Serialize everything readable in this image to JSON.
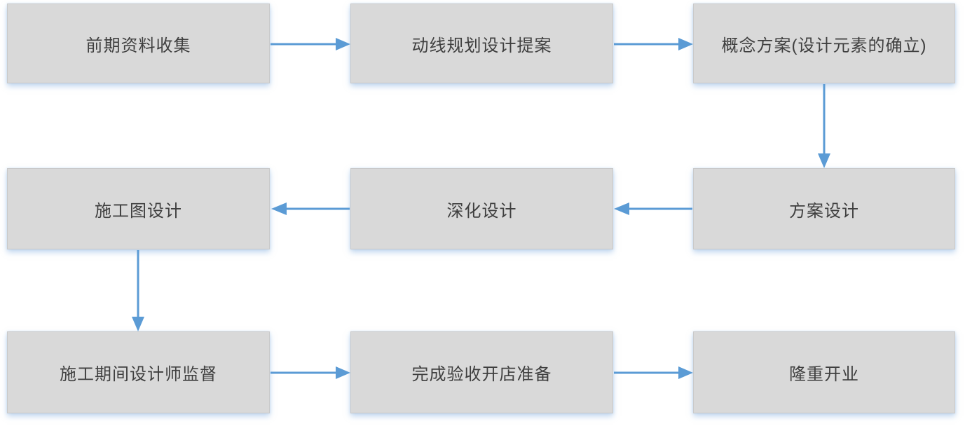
{
  "diagram": {
    "type": "flowchart",
    "accent_color": "#5B9BD5",
    "node_fill_color": "#D9D9D9",
    "node_text_color": "#3F3F3F",
    "nodes": [
      {
        "id": "collect",
        "label": "前期资料收集"
      },
      {
        "id": "circulation",
        "label": "动线规划设计提案"
      },
      {
        "id": "concept",
        "label": "概念方案(设计元素的确立)"
      },
      {
        "id": "scheme",
        "label": "方案设计"
      },
      {
        "id": "deepen",
        "label": "深化设计"
      },
      {
        "id": "drawing",
        "label": "施工图设计"
      },
      {
        "id": "supervise",
        "label": "施工期间设计师监督"
      },
      {
        "id": "acceptance",
        "label": "完成验收开店准备"
      },
      {
        "id": "opening",
        "label": "隆重开业"
      }
    ],
    "edges": [
      {
        "from": "前期资料收集",
        "to": "动线规划设计提案",
        "direction": "right"
      },
      {
        "from": "动线规划设计提案",
        "to": "概念方案(设计元素的确立)",
        "direction": "right"
      },
      {
        "from": "概念方案(设计元素的确立)",
        "to": "方案设计",
        "direction": "down"
      },
      {
        "from": "方案设计",
        "to": "深化设计",
        "direction": "left"
      },
      {
        "from": "深化设计",
        "to": "施工图设计",
        "direction": "left"
      },
      {
        "from": "施工图设计",
        "to": "施工期间设计师监督",
        "direction": "down"
      },
      {
        "from": "施工期间设计师监督",
        "to": "完成验收开店准备",
        "direction": "right"
      },
      {
        "from": "完成验收开店准备",
        "to": "隆重开业",
        "direction": "right"
      }
    ]
  }
}
